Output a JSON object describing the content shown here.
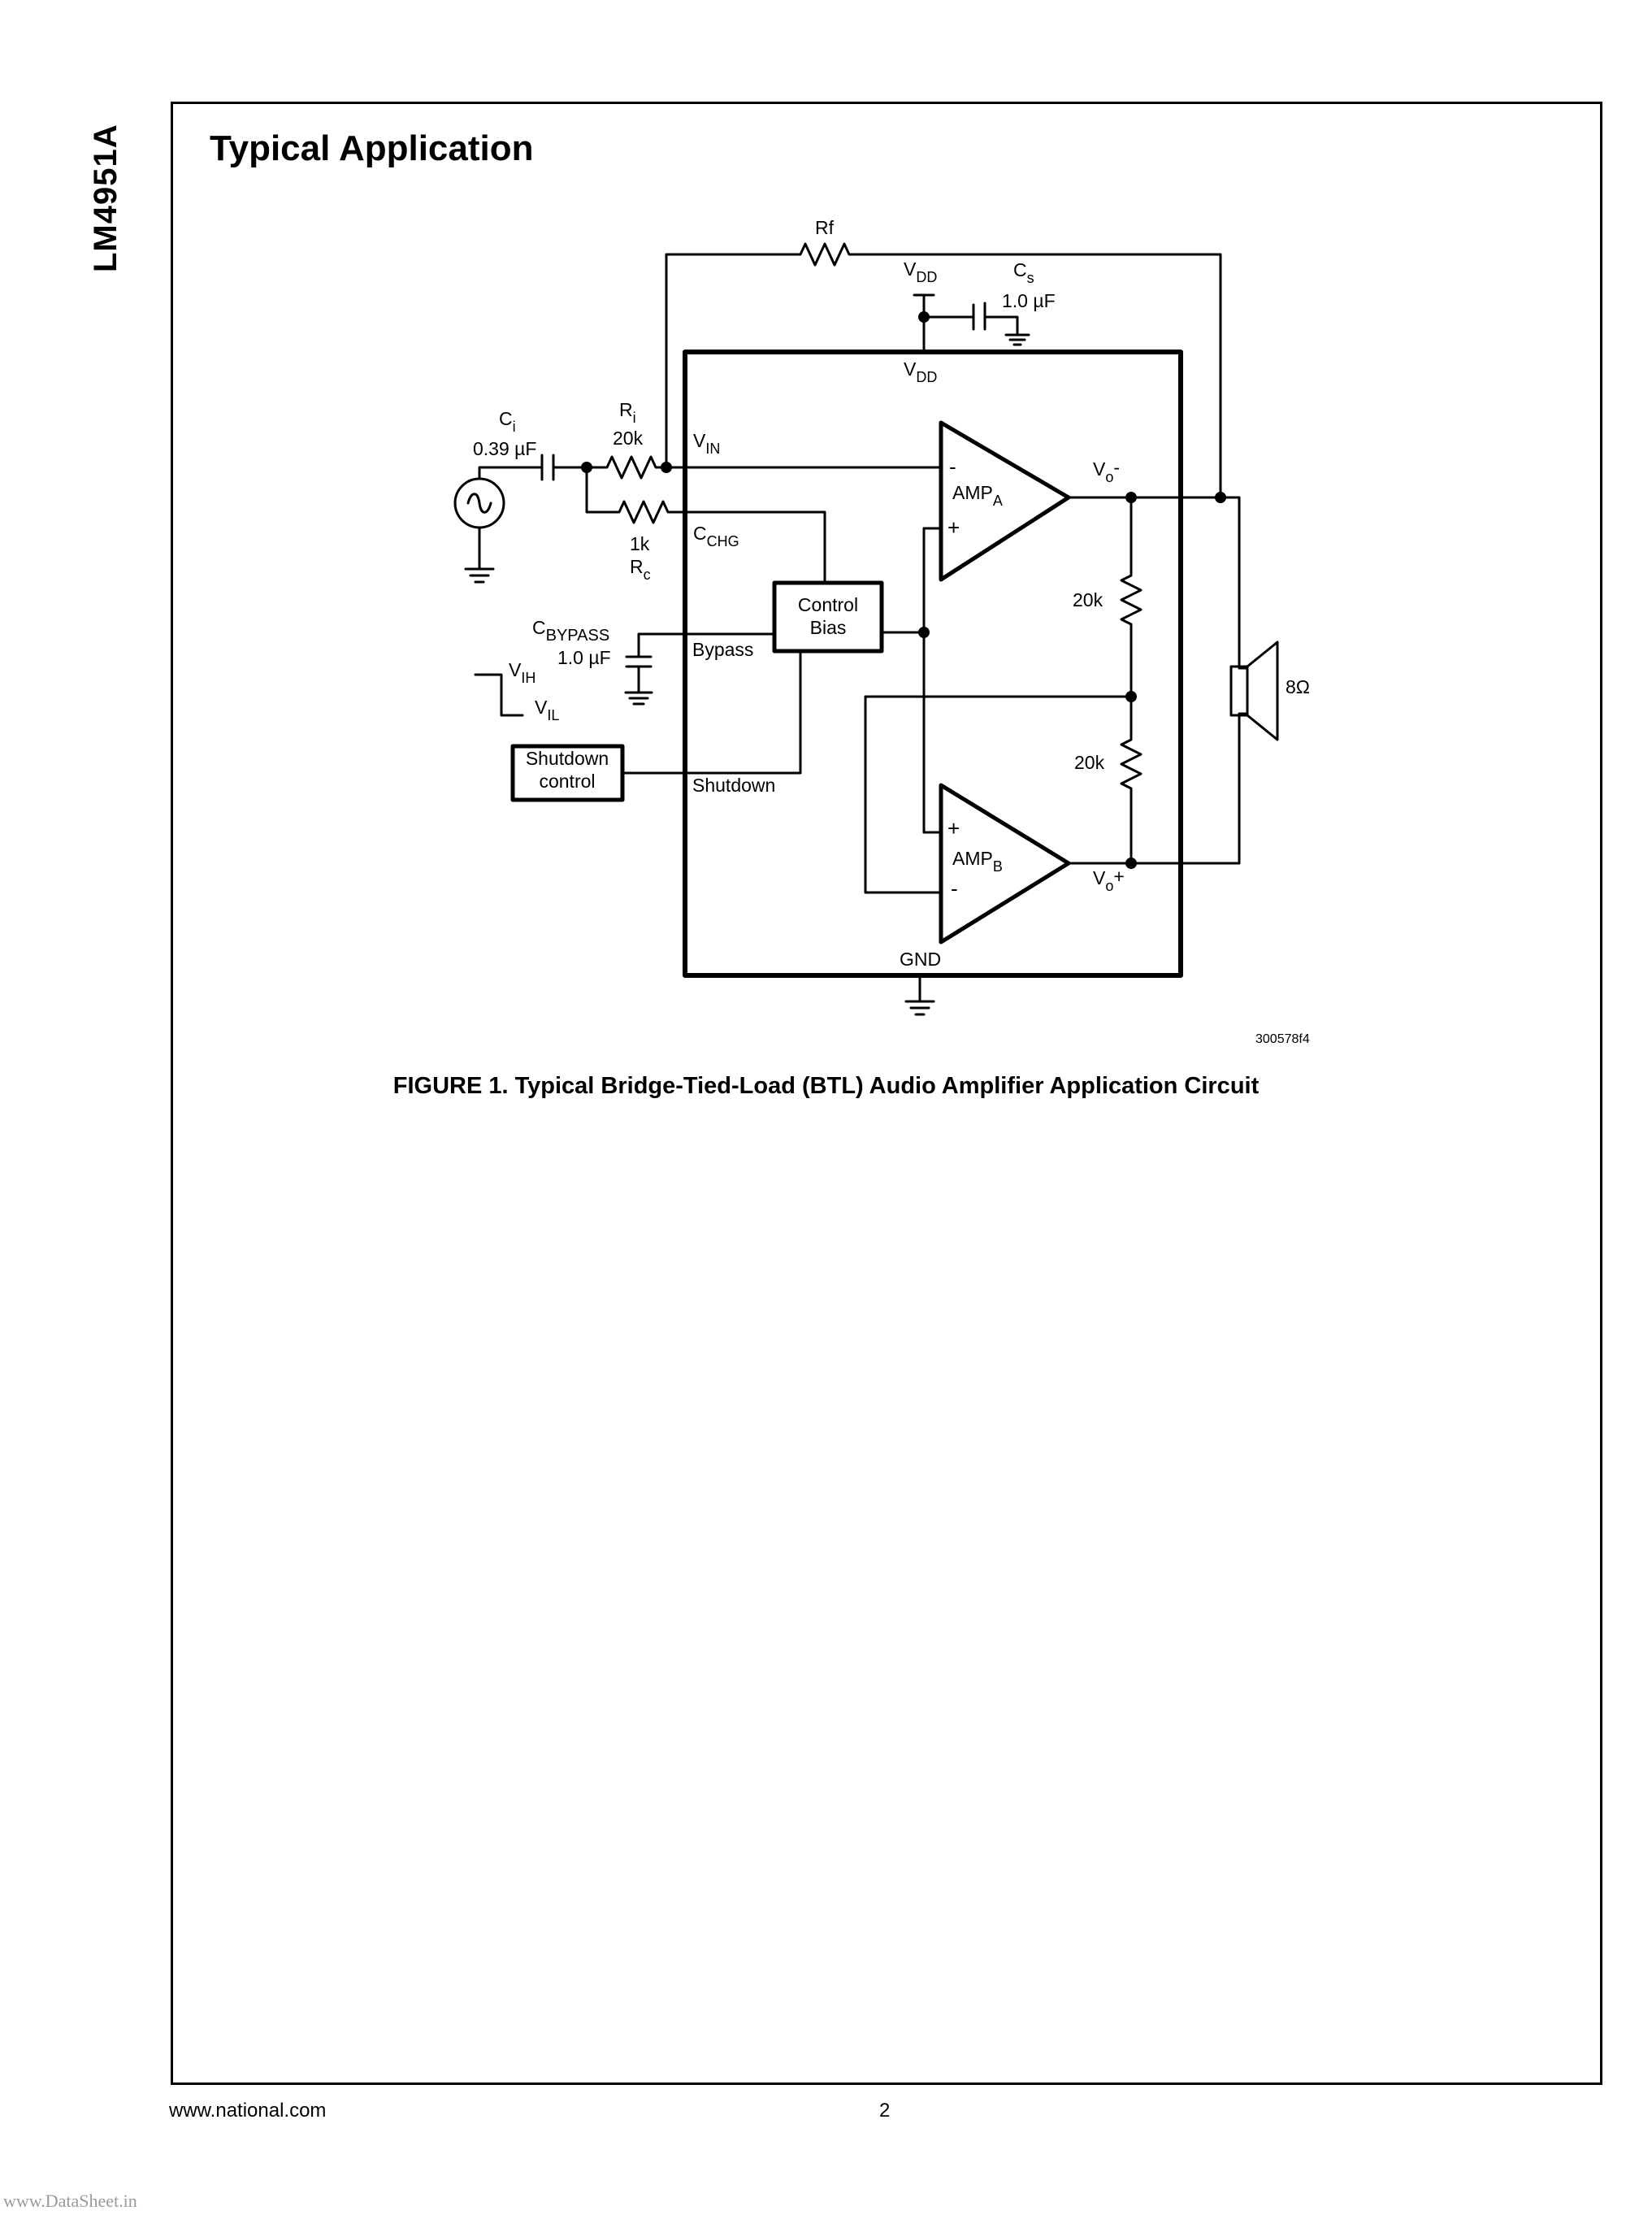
{
  "side_label": "LM4951A",
  "section_title": "Typical Application",
  "schematic": {
    "rf": "Rf",
    "vdd_top_main": "V",
    "vdd_top_sub": "DD",
    "cs_main": "C",
    "cs_sub": "s",
    "cs_value": "1.0 µF",
    "vdd_inner_main": "V",
    "vdd_inner_sub": "DD",
    "ri_main": "R",
    "ri_sub": "i",
    "ri_value": "20k",
    "ci_main": "C",
    "ci_sub": "i",
    "ci_value": "0.39 µF",
    "vin_main": "V",
    "vin_sub": "IN",
    "rc_value": "1k",
    "rc_main": "R",
    "rc_sub": "c",
    "cchg_main": "C",
    "cchg_sub": "CHG",
    "amp_a_minus": "-",
    "amp_a_plus": "+",
    "amp_a_main": "AMP",
    "amp_a_sub": "A",
    "vo_minus_main": "V",
    "vo_minus_sub": "o",
    "vo_minus_sign": "-",
    "control_line1": "Control",
    "control_line2": "Bias",
    "cbypass_main": "C",
    "cbypass_sub": "BYPASS",
    "cbypass_value": "1.0 µF",
    "bypass": "Bypass",
    "vih_main": "V",
    "vih_sub": "IH",
    "vil_main": "V",
    "vil_sub": "IL",
    "r_upper": "20k",
    "r_lower": "20k",
    "speaker": "8Ω",
    "shutdown_line1": "Shutdown",
    "shutdown_line2": "control",
    "shutdown_pin": "Shutdown",
    "amp_b_plus": "+",
    "amp_b_minus": "-",
    "amp_b_main": "AMP",
    "amp_b_sub": "B",
    "vo_plus_main": "V",
    "vo_plus_sub": "o",
    "vo_plus_sign": "+",
    "gnd": "GND",
    "drawing_id": "300578f4"
  },
  "figure_caption": "FIGURE 1. Typical Bridge-Tied-Load (BTL) Audio Amplifier Application Circuit",
  "footer": {
    "website": "www.national.com",
    "page_number": "2"
  },
  "watermark": "www.DataSheet.in"
}
